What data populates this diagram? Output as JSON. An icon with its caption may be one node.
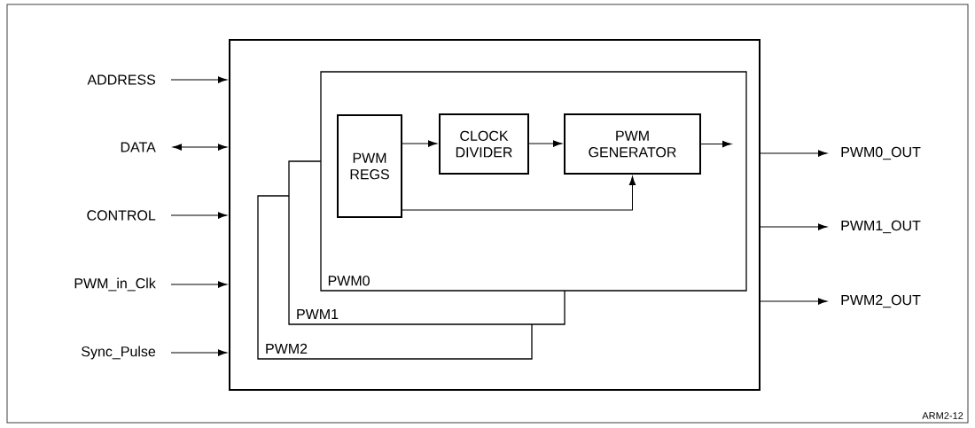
{
  "diagram": {
    "nodes": [
      {
        "text": [
          "ADDRESS"
        ]
      },
      {
        "text": [
          "DATA"
        ]
      },
      {
        "text": [
          "CONTROL"
        ]
      },
      {
        "text": [
          "PWM_in_Clk"
        ]
      },
      {
        "text": [
          "Sync_Pulse"
        ]
      },
      {
        "text": [],
        "shape": "box"
      },
      {
        "text": [
          "PWM0"
        ],
        "in": 5
      },
      {
        "text": [
          "PWM REGS"
        ],
        "in": 6
      },
      {
        "text": [
          "CLOCK DIVIDER"
        ],
        "in": 6
      },
      {
        "text": [
          "PWM GENERATOR"
        ],
        "in": 6
      },
      {
        "text": [
          "PWM1"
        ],
        "in": 5
      },
      {
        "text": [
          "PWM2"
        ],
        "in": 5
      },
      {
        "text": [
          "PWM0_OUT"
        ]
      },
      {
        "text": [
          "PWM1_OUT"
        ]
      },
      {
        "text": [
          "PWM2_OUT"
        ]
      }
    ],
    "edges": [
      {
        "from": 0,
        "to": 5,
        "arrow": "to"
      },
      {
        "from": 1,
        "to": 5,
        "arrow": "both"
      },
      {
        "from": 2,
        "to": 5,
        "arrow": "to"
      },
      {
        "from": 3,
        "to": 5,
        "arrow": "to"
      },
      {
        "from": 4,
        "to": 5,
        "arrow": "to"
      },
      {
        "from": 7,
        "to": 8,
        "arrow": "to"
      },
      {
        "from": 8,
        "to": 9,
        "arrow": "to"
      },
      {
        "from": 9,
        "to": null,
        "arrow": "to"
      },
      {
        "from": 7,
        "to": 9,
        "arrow": "to"
      },
      {
        "from": 5,
        "to": 12,
        "arrow": "to"
      },
      {
        "from": 5,
        "to": 13,
        "arrow": "to"
      },
      {
        "from": 5,
        "to": 14,
        "arrow": "to"
      }
    ],
    "labels": [
      "ARM2-12"
    ]
  }
}
